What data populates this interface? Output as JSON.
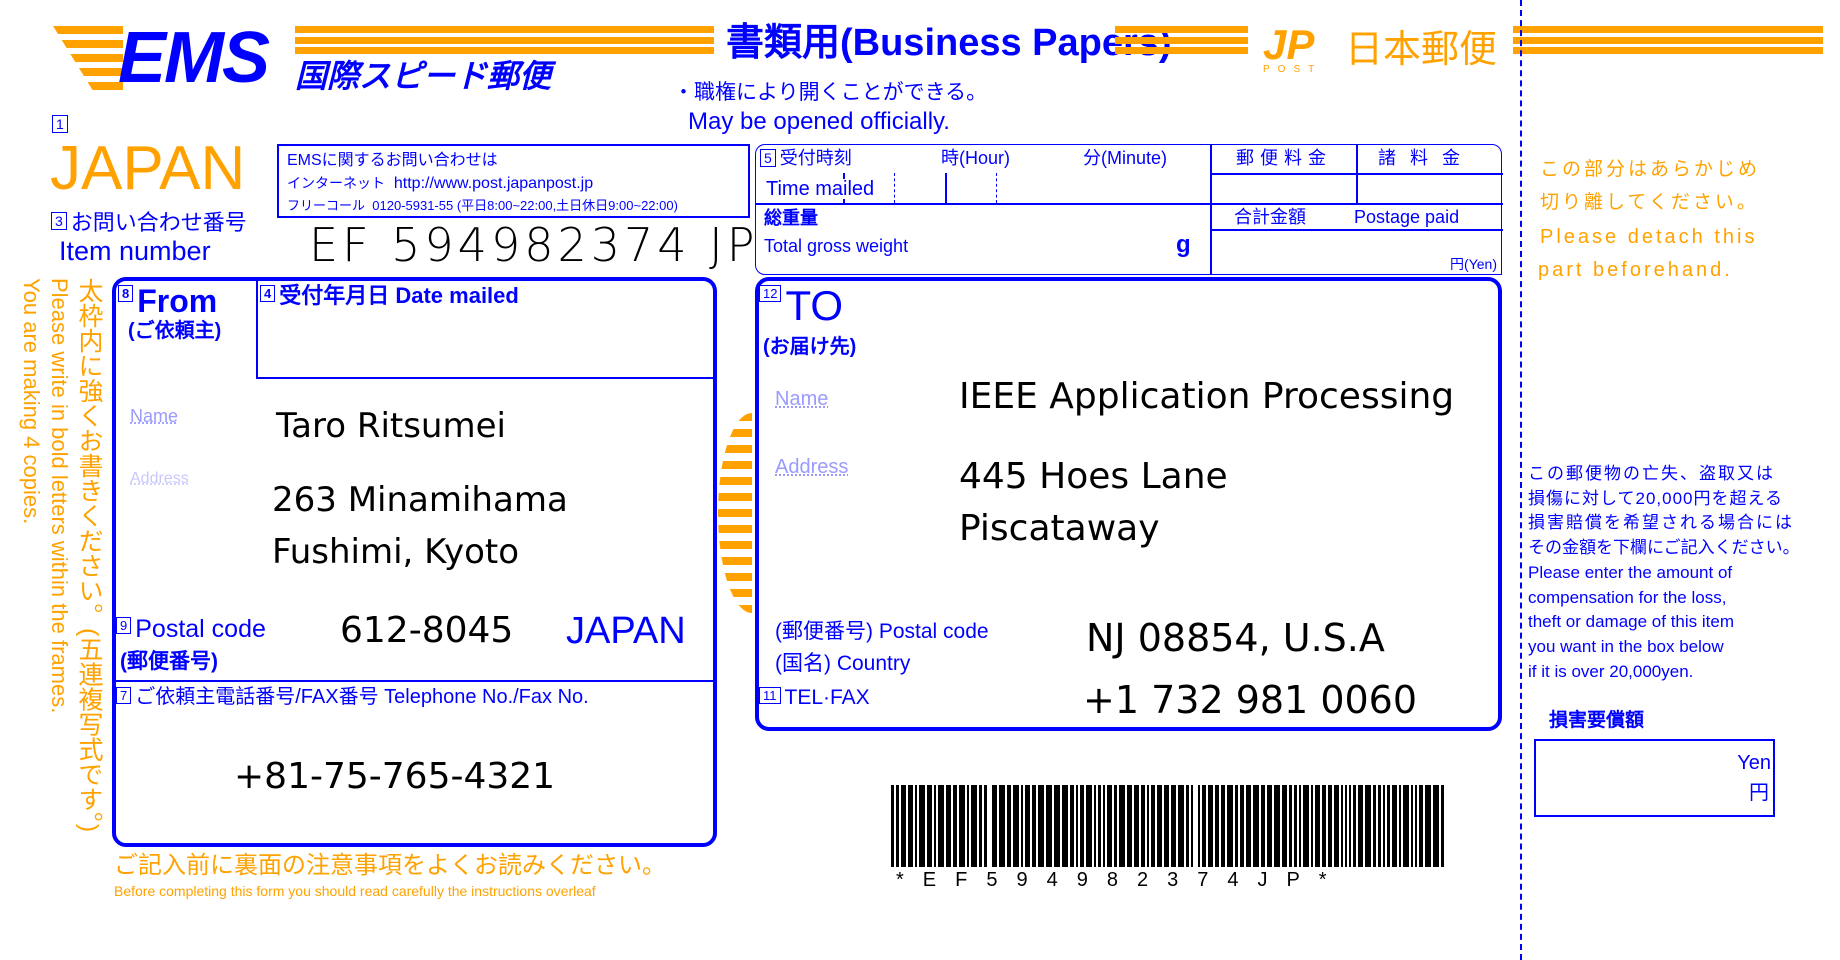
{
  "colors": {
    "brand_blue": "#0000ff",
    "brand_orange": "#ffa200"
  },
  "header": {
    "ems_logo": "EMS",
    "ems_subtitle": "国際スピード郵便",
    "title": "書類用(Business Papers)",
    "jp_post_logo": "JP",
    "jp_post_sub": "POST",
    "japan_post": "日本郵便",
    "official_jp": "・職権により開くことができる。",
    "official_en": "May be opened officially."
  },
  "origin": {
    "box_no": "1",
    "country": "JAPAN"
  },
  "ems_info": {
    "line1": "EMSに関するお問い合わせは",
    "internet_label": "インターネット",
    "internet_url": "http://www.post.japanpost.jp",
    "freecall_label": "フリーコール",
    "freecall": "0120-5931-55 (平日8:00~22:00,土日休日9:00~22:00)"
  },
  "item": {
    "box_no": "3",
    "label_jp": "お問い合わせ番号",
    "label_en": "Item number",
    "number": "EF 594982374 JP"
  },
  "postage": {
    "box_no": "5",
    "time_jp": "受付時刻",
    "hour": "時(Hour)",
    "minute": "分(Minute)",
    "time_en": "Time mailed",
    "weight_jp": "総重量",
    "weight_en": "Total gross weight",
    "weight_unit": "g",
    "postage_jp": "郵便料金",
    "fees_jp": "諸料金",
    "total_jp": "合計金額",
    "total_en": "Postage paid",
    "yen": "円(Yen)"
  },
  "from": {
    "box_no": "8",
    "label": "From",
    "label_jp": "(ご依頼主)",
    "date_box_no": "4",
    "date_label": "受付年月日 Date mailed",
    "name_label": "Name",
    "address_label": "Address",
    "name": "Taro Ritsumei",
    "address1": "263 Minamihama",
    "address2": "Fushimi, Kyoto",
    "postal_box_no": "9",
    "postal_label": "Postal code",
    "postal_jp": "(郵便番号)",
    "postal_code": "612-8045",
    "country": "JAPAN",
    "tel_box_no": "7",
    "tel_label": "ご依頼主電話番号/FAX番号 Telephone No./Fax No.",
    "tel": "+81-75-765-4321"
  },
  "to": {
    "box_no": "12",
    "label": "TO",
    "label_jp": "(お届け先)",
    "name_label": "Name",
    "address_label": "Address",
    "name": "IEEE Application Processing",
    "address1": "445 Hoes Lane",
    "address2": "Piscataway",
    "postal_label": "(郵便番号) Postal code",
    "country_label": "(国名) Country",
    "tel_box_no": "11",
    "tel_label": "TEL·FAX",
    "postal_country": "NJ 08854, U.S.A",
    "tel": "+1 732 981 0060"
  },
  "side_notes": {
    "jp": "太枠内に強くお書きください。(五連複写式です。)",
    "en1": "Please write in bold letters within the frames.",
    "en2": "You are making 4 copies."
  },
  "footer": {
    "jp": "ご記入前に裏面の注意事項をよくお読みください。",
    "en": "Before completing this form you should read carefully the instructions overleaf"
  },
  "barcode": {
    "text": "*EF594982374JP*"
  },
  "detach": {
    "jp1": "この部分はあらかじめ",
    "jp2": "切り離してください。",
    "en1": "Please detach this",
    "en2": "part beforehand."
  },
  "compensation": {
    "jp1": "この郵便物の亡失、盗取又は",
    "jp2": "損傷に対して20,000円を超える",
    "jp3": "損害賠償を希望される場合には",
    "jp4": "その金額を下欄にご記入ください。",
    "en1": "Please enter the amount of",
    "en2": "compensation for the loss,",
    "en3": "theft or damage of this item",
    "en4": "you want in the box below",
    "en5": "if it is over 20,000yen.",
    "box_label": "損害要償額",
    "yen_en": "Yen",
    "yen_jp": "円"
  }
}
